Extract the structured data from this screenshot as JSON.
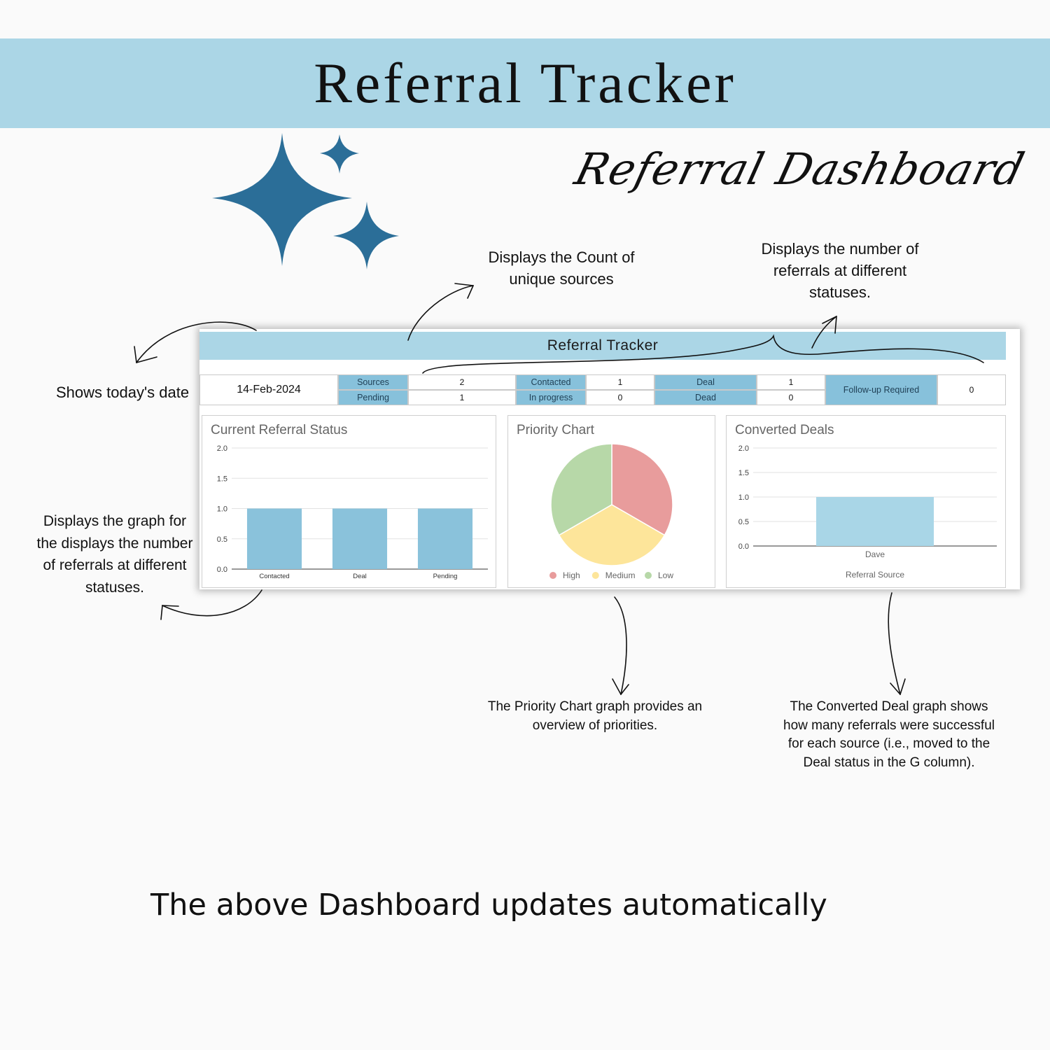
{
  "banner": {
    "title": "Referral Tracker"
  },
  "subtitle": "Referral Dashboard",
  "annotations": {
    "sources": "Displays the Count of unique sources",
    "statuses": "Displays the number of referrals at different statuses.",
    "date": "Shows today's date",
    "graph": "Displays the graph for the displays the number of referrals at different statuses.",
    "priority": "The Priority Chart graph provides an overview of priorities.",
    "converted": "The Converted Deal graph shows how many referrals were successful for each source (i.e., moved to the Deal status in the G column)."
  },
  "footer": "The above Dashboard updates automatically",
  "dashboard": {
    "title": "Referral Tracker",
    "date": "14-Feb-2024",
    "stats": {
      "sources_label": "Sources",
      "sources_value": "2",
      "pending_label": "Pending",
      "pending_value": "1",
      "contacted_label": "Contacted",
      "contacted_value": "1",
      "inprogress_label": "In progress",
      "inprogress_value": "0",
      "deal_label": "Deal",
      "deal_value": "1",
      "dead_label": "Dead",
      "dead_value": "0",
      "followup_label": "Follow-up Required",
      "followup_value": "0"
    }
  },
  "colors": {
    "banner": "#abd6e6",
    "sparkle": "#2b6e98",
    "label_cell": "#87c1db",
    "bar": "#8ac2db",
    "converted_bar": "#a9d6e7",
    "high": "#e89c9c",
    "medium": "#fde59a",
    "low": "#b7d8a8"
  },
  "chart_data": [
    {
      "type": "bar",
      "title": "Current Referral Status",
      "categories": [
        "Contacted",
        "Deal",
        "Pending"
      ],
      "values": [
        1,
        1,
        1
      ],
      "ylim": [
        0,
        2
      ],
      "yticks": [
        "0.0",
        "0.5",
        "1.0",
        "1.5",
        "2.0"
      ],
      "grid": true
    },
    {
      "type": "pie",
      "title": "Priority Chart",
      "labels": [
        "High",
        "Medium",
        "Low"
      ],
      "values": [
        1,
        1,
        1
      ],
      "legend": "bottom"
    },
    {
      "type": "bar",
      "title": "Converted Deals",
      "categories": [
        "Dave"
      ],
      "values": [
        1
      ],
      "xlabel": "Referral Source",
      "ylim": [
        0,
        2
      ],
      "yticks": [
        "0.0",
        "0.5",
        "1.0",
        "1.5",
        "2.0"
      ],
      "grid": true
    }
  ]
}
